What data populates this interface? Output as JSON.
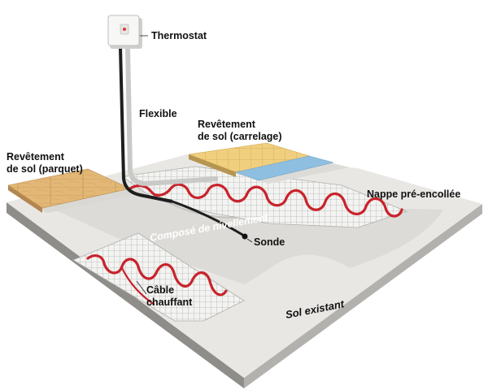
{
  "labels": {
    "thermostat": "Thermostat",
    "flexible": "Flexible",
    "carrelage_line1": "Revêtement",
    "carrelage_line2": "de sol (carrelage)",
    "parquet_line1": "Revêtement",
    "parquet_line2": "de sol (parquet)",
    "nappe": "Nappe pré-encollée",
    "compose": "Composé de nivellement",
    "sonde": "Sonde",
    "cable_line1": "Câble",
    "cable_line2": "chauffant",
    "sol": "Sol existant"
  },
  "colors": {
    "cable": "#c8232c",
    "slab_top": "#ececea",
    "slab_side": "#a9a8a4",
    "tile": "#f0cf7e",
    "tile_blue": "#8fbfe0",
    "wood": "#e3b775"
  }
}
